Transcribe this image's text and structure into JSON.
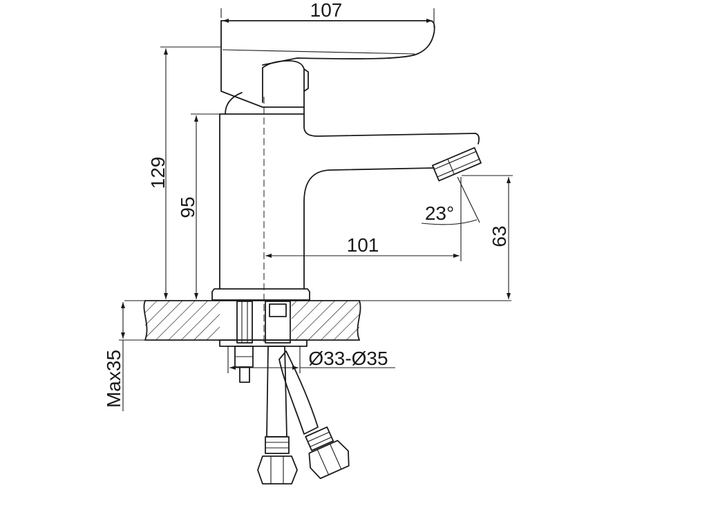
{
  "dimensions": {
    "total_width": "107",
    "total_height": "129",
    "body_height": "95",
    "spout_reach": "101",
    "spout_height": "63",
    "spout_angle": "23°",
    "hole_diameter": "Ø33-Ø35",
    "max_counter_thickness": "Max35"
  },
  "colors": {
    "line": "#1a1a1a",
    "background": "#ffffff"
  }
}
